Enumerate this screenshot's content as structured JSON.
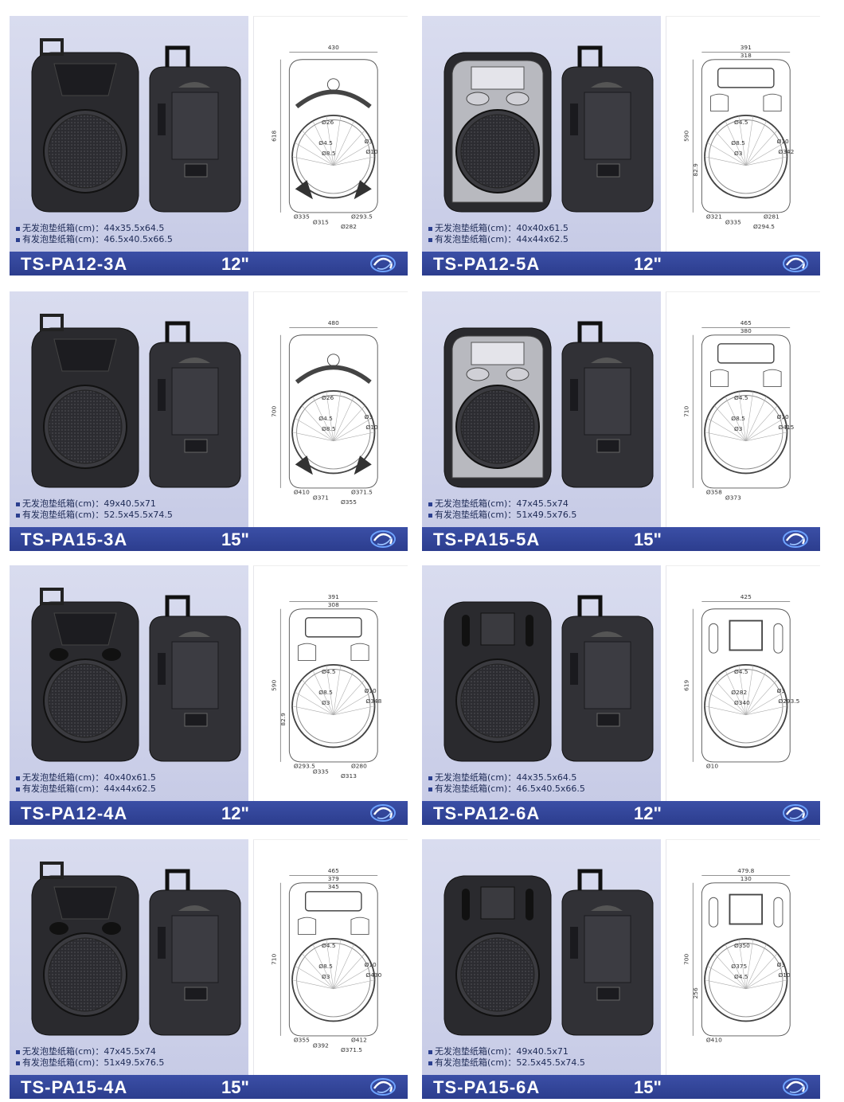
{
  "colors": {
    "label_bar": "#2c3d8e",
    "photo_background": "#cfd3ea",
    "spec_text": "#1d2a55",
    "logo": "#2b63c7"
  },
  "products": [
    {
      "model": "TS-PA12-3A",
      "size": "12\"",
      "spec_no_foam": "无发泡垫纸箱(cm)：44x35.5x64.5",
      "spec_with_foam": "有发泡垫纸箱(cm)：46.5x40.5x66.5",
      "style": "A",
      "drawing": {
        "width_label": "430",
        "height_label": "618",
        "labels": [
          "Ø26",
          "Ø4.5",
          "Ø8.5",
          "Ø3",
          "Ø10",
          "Ø335",
          "Ø315",
          "Ø293.5",
          "Ø282"
        ]
      }
    },
    {
      "model": "TS-PA12-5A",
      "size": "12\"",
      "spec_no_foam": "无发泡垫纸箱(cm)：40x40x61.5",
      "spec_with_foam": "有发泡垫纸箱(cm)：44x44x62.5",
      "style": "B",
      "drawing": {
        "width_label": "391",
        "inner_width_label": "318",
        "height_label": "590",
        "side_label": "82.9",
        "labels": [
          "Ø4.5",
          "Ø8.5",
          "Ø3",
          "Ø10",
          "Ø342",
          "Ø321",
          "Ø335",
          "Ø281",
          "Ø294.5"
        ]
      }
    },
    {
      "model": "TS-PA15-3A",
      "size": "15\"",
      "spec_no_foam": "无发泡垫纸箱(cm)：49x40.5x71",
      "spec_with_foam": "有发泡垫纸箱(cm)：52.5x45.5x74.5",
      "style": "A",
      "drawing": {
        "width_label": "480",
        "height_label": "700",
        "labels": [
          "Ø26",
          "Ø4.5",
          "Ø8.5",
          "Ø3",
          "Ø10",
          "Ø410",
          "Ø371",
          "Ø371.5",
          "Ø355"
        ]
      }
    },
    {
      "model": "TS-PA15-5A",
      "size": "15\"",
      "spec_no_foam": "无发泡垫纸箱(cm)：47x45.5x74",
      "spec_with_foam": "有发泡垫纸箱(cm)：51x49.5x76.5",
      "style": "B",
      "drawing": {
        "width_label": "465",
        "inner_width_label": "380",
        "height_label": "710",
        "labels": [
          "Ø4.5",
          "Ø8.5",
          "Ø3",
          "Ø10",
          "Ø415",
          "Ø358",
          "Ø373"
        ]
      }
    },
    {
      "model": "TS-PA12-4A",
      "size": "12\"",
      "spec_no_foam": "无发泡垫纸箱(cm)：40x40x61.5",
      "spec_with_foam": "有发泡垫纸箱(cm)：44x44x62.5",
      "style": "C",
      "drawing": {
        "width_label": "391",
        "inner_width_label": "308",
        "height_label": "590",
        "side_label": "82.9",
        "labels": [
          "Ø4.5",
          "Ø8.5",
          "Ø3",
          "Ø10",
          "Ø348",
          "Ø293.5",
          "Ø335",
          "Ø280",
          "Ø313"
        ]
      }
    },
    {
      "model": "TS-PA12-6A",
      "size": "12\"",
      "spec_no_foam": "无发泡垫纸箱(cm)：44x35.5x64.5",
      "spec_with_foam": "有发泡垫纸箱(cm)：46.5x40.5x66.5",
      "style": "D",
      "drawing": {
        "width_label": "425",
        "height_label": "619",
        "labels": [
          "Ø4.5",
          "Ø282",
          "Ø340",
          "Ø3",
          "Ø293.5",
          "Ø10"
        ]
      }
    },
    {
      "model": "TS-PA15-4A",
      "size": "15\"",
      "spec_no_foam": "无发泡垫纸箱(cm)：47x45.5x74",
      "spec_with_foam": "有发泡垫纸箱(cm)：51x49.5x76.5",
      "style": "C",
      "drawing": {
        "width_label": "465",
        "inner_width_label": "379",
        "inner_width_label_2": "345",
        "height_label": "710",
        "labels": [
          "Ø4.5",
          "Ø8.5",
          "Ø3",
          "Ø10",
          "Ø430",
          "Ø355",
          "Ø392",
          "Ø412",
          "Ø371.5"
        ]
      }
    },
    {
      "model": "TS-PA15-6A",
      "size": "15\"",
      "spec_no_foam": "无发泡垫纸箱(cm)：49x40.5x71",
      "spec_with_foam": "有发泡垫纸箱(cm)：52.5x45.5x74.5",
      "style": "D",
      "drawing": {
        "width_label": "479.8",
        "inner_width_label": "130",
        "height_label": "700",
        "side_label": "256",
        "labels": [
          "Ø350",
          "Ø375",
          "Ø4.5",
          "Ø3",
          "Ø10",
          "Ø410"
        ]
      }
    }
  ]
}
